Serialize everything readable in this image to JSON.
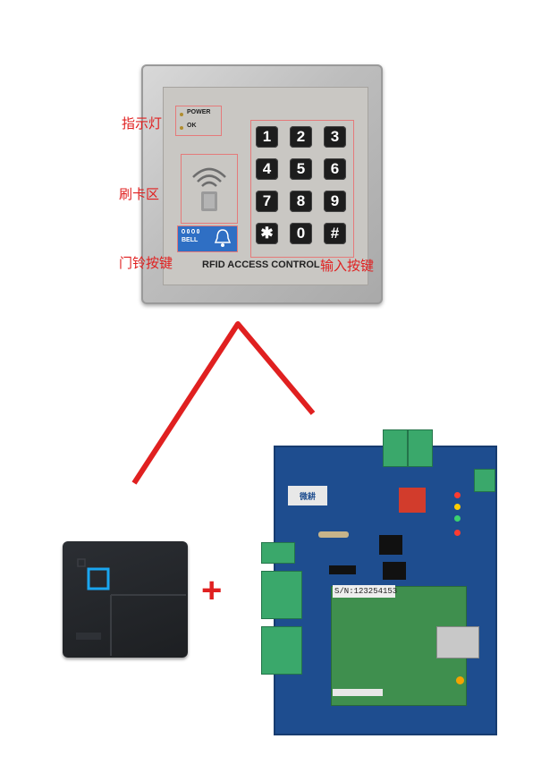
{
  "keypad": {
    "indicators": [
      "POWER",
      "OK"
    ],
    "keys": [
      "1",
      "2",
      "3",
      "4",
      "5",
      "6",
      "7",
      "8",
      "9",
      "✱",
      "0",
      "#"
    ],
    "bell_text": "BELL",
    "label": "RFID ACCESS CONTROL"
  },
  "annotations": {
    "indicator_light": "指示灯",
    "card_area": "刷卡区",
    "doorbell_button": "门铃按键",
    "input_keys": "输入按键"
  },
  "plus_sign": "+",
  "board": {
    "brand": "微耕",
    "serial": "S/N:123254153"
  },
  "colors": {
    "annotation_red": "#e02020",
    "board_blue": "#1e4d8f",
    "terminal_green": "#3aa86b"
  }
}
